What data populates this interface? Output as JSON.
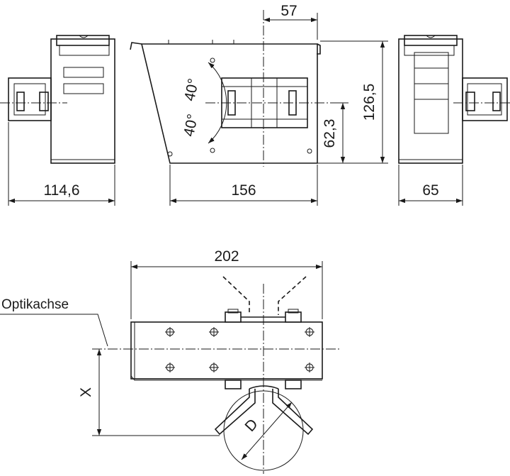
{
  "dimensions": {
    "top_offset": "57",
    "height_total": "126,5",
    "height_axis": "62,3",
    "width_left_view": "114,6",
    "width_front_view": "156",
    "width_right_view": "65",
    "width_top_view": "202"
  },
  "angles": {
    "upper": "40°",
    "lower": "40°"
  },
  "labels": {
    "optical_axis": "Optikachse",
    "offset_x": "X",
    "diameter": "D"
  }
}
